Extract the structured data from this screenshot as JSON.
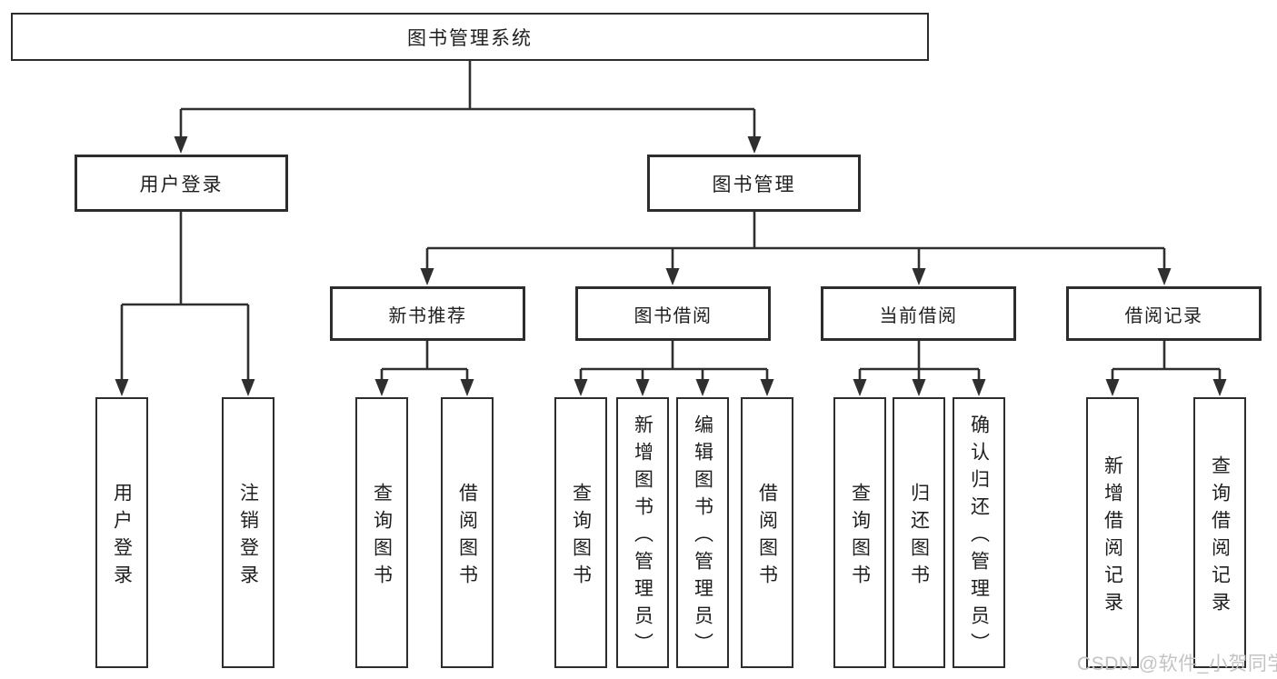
{
  "tree": {
    "label": "图书管理系统",
    "children": [
      {
        "label": "用户登录",
        "children": [
          {
            "label": "用户登录"
          },
          {
            "label": "注销登录"
          }
        ]
      },
      {
        "label": "图书管理",
        "children": [
          {
            "label": "新书推荐",
            "children": [
              {
                "label": "查询图书"
              },
              {
                "label": "借阅图书"
              }
            ]
          },
          {
            "label": "图书借阅",
            "children": [
              {
                "label": "查询图书"
              },
              {
                "label": "新增图书（管理员）"
              },
              {
                "label": "编辑图书（管理员）"
              },
              {
                "label": "借阅图书"
              }
            ]
          },
          {
            "label": "当前借阅",
            "children": [
              {
                "label": "查询图书"
              },
              {
                "label": "归还图书"
              },
              {
                "label": "确认归还（管理员）"
              }
            ]
          },
          {
            "label": "借阅记录",
            "children": [
              {
                "label": "新增借阅记录"
              },
              {
                "label": "查询借阅记录"
              }
            ]
          }
        ]
      }
    ]
  },
  "watermark": {
    "text": "CSDN @软件_小贺同学"
  },
  "colors": {
    "background": "#ffffff",
    "line": "#2f2f2f",
    "box_border": "#2d2d2d",
    "text": "#1f1f1f",
    "watermark": "#c3c3c3"
  }
}
